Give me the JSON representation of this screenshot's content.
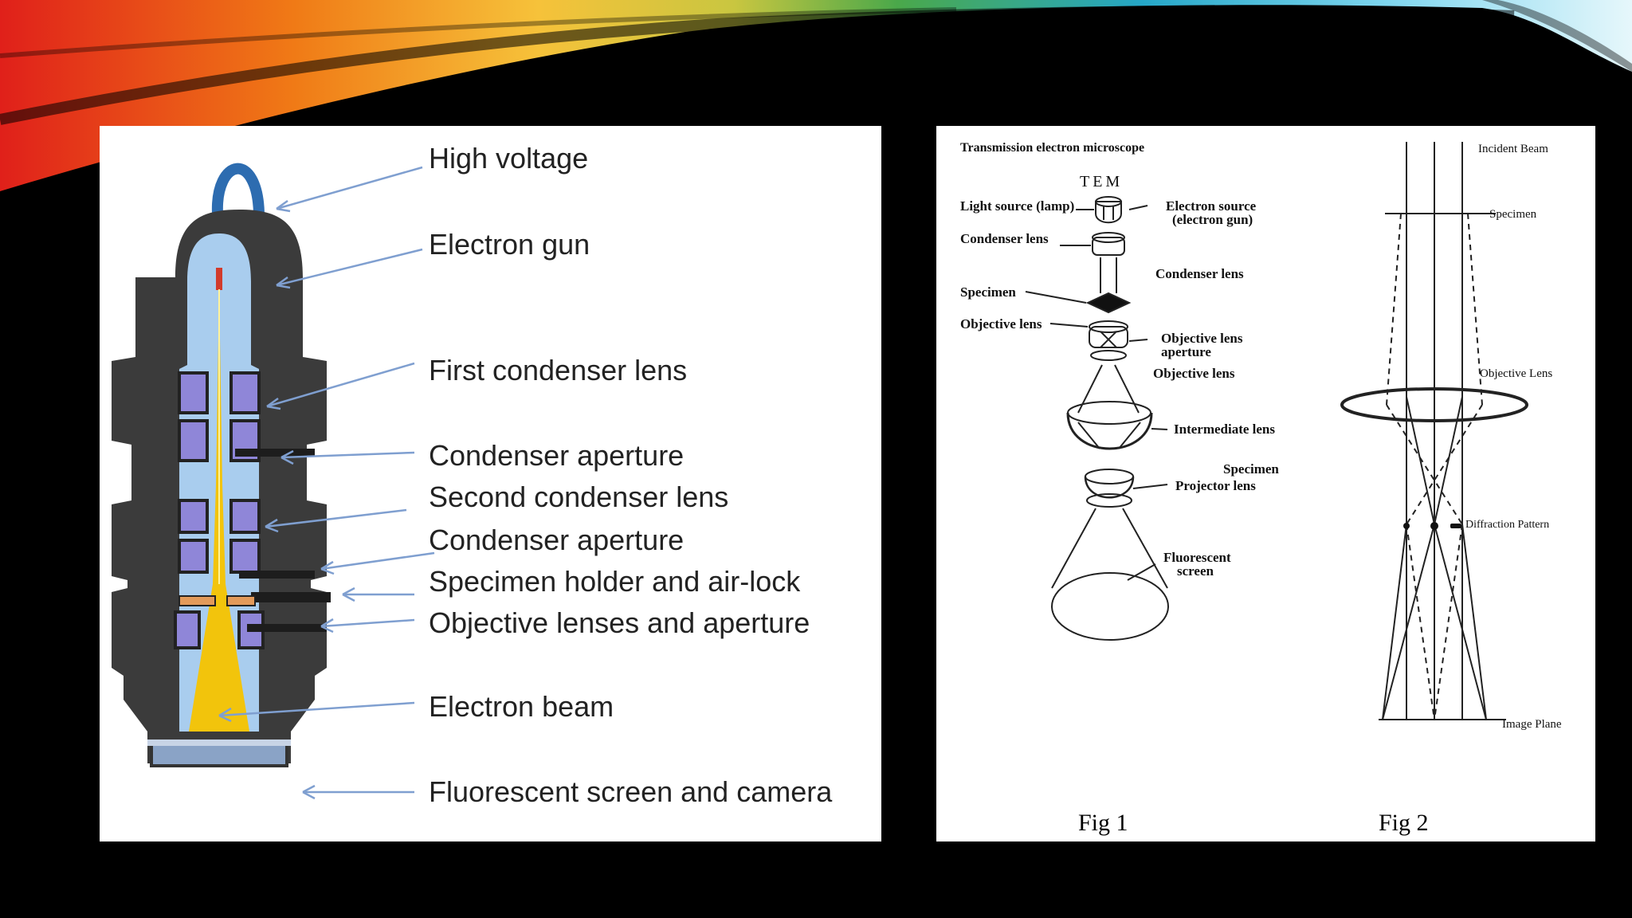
{
  "left_diagram": {
    "labels": [
      "High voltage",
      "Electron gun",
      "First condenser lens",
      "Condenser  aperture",
      "Second condenser lens",
      "Condenser aperture",
      "Specimen holder and air-lock",
      "Objective lenses and aperture",
      "Electron beam",
      "Fluorescent  screen  and camera"
    ]
  },
  "fig1": {
    "title": "Transmission electron microscope",
    "subtitle": "TEM",
    "labels": {
      "light_source": "Light source (lamp)",
      "electron_source": "Electron source",
      "electron_gun": "(electron gun)",
      "condenser_lens_left": "Condenser lens",
      "condenser_lens_right": "Condenser lens",
      "specimen_left": "Specimen",
      "objective_lens_left": "Objective lens",
      "objective_lens_aperture_1": "Objective lens",
      "objective_lens_aperture_2": "aperture",
      "objective_lens_right": "Objective lens",
      "intermediate_lens": "Intermediate lens",
      "specimen_right": "Specimen",
      "projector_lens": "Projector lens",
      "fluorescent": "Fluorescent",
      "screen": "screen"
    },
    "caption": "Fig 1"
  },
  "fig2": {
    "labels": {
      "incident_beam": "Incident Beam",
      "specimen": "Specimen",
      "objective_lens": "Objective Lens",
      "diffraction_pattern": "Diffraction Pattern",
      "image_plane": "Image Plane"
    },
    "caption": "Fig 2"
  },
  "colors": {
    "background": "#000000",
    "panel": "#ffffff",
    "pointer_arrow": "#7f9fd0",
    "column_body": "#3a3a3a",
    "vacuum": "#a9cdee",
    "lens_coil": "#8f86d8",
    "beam": "#f2c40c"
  }
}
